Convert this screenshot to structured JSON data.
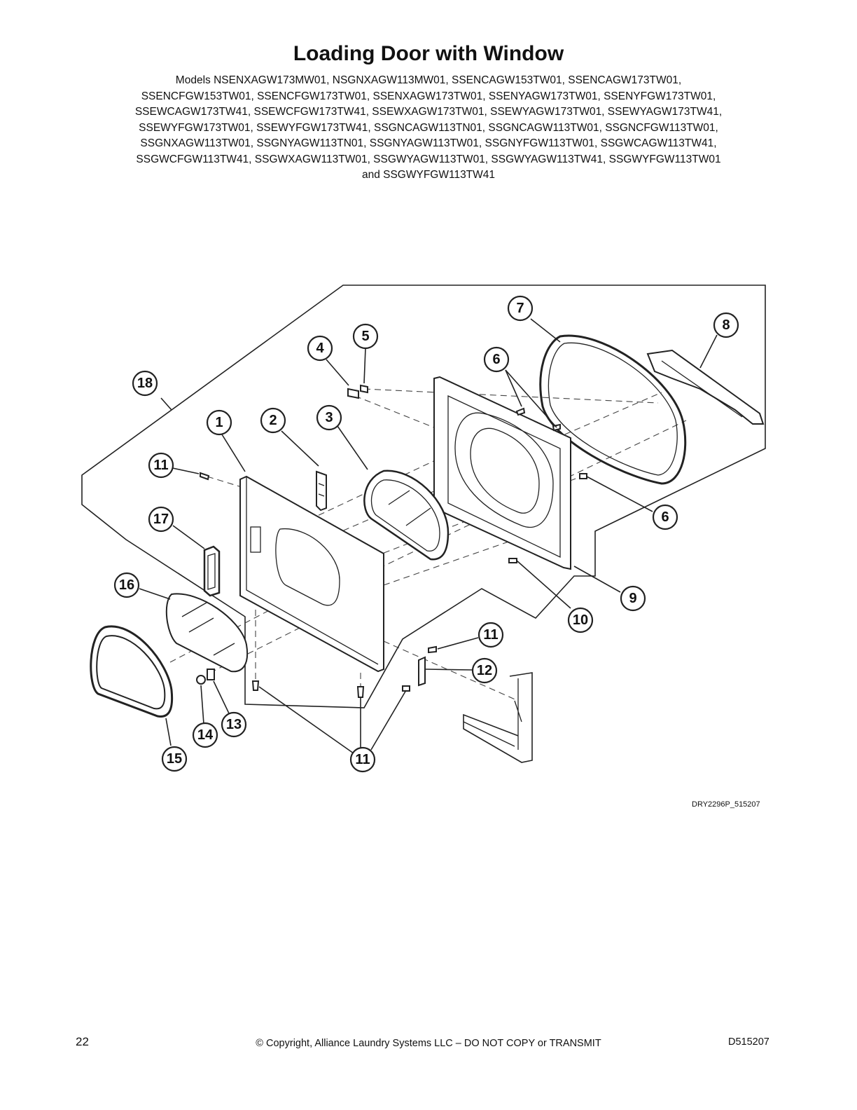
{
  "header": {
    "title": "Loading Door with Window",
    "models_lines": [
      "Models NSENXAGW173MW01, NSGNXAGW113MW01, SSENCAGW153TW01, SSENCAGW173TW01,",
      "SSENCFGW153TW01, SSENCFGW173TW01, SSENXAGW173TW01, SSENYAGW173TW01, SSENYFGW173TW01,",
      "SSEWCAGW173TW41, SSEWCFGW173TW41, SSEWXAGW173TW01, SSEWYAGW173TW01, SSEWYAGW173TW41,",
      "SSEWYFGW173TW01, SSEWYFGW173TW41, SSGNCAGW113TN01, SSGNCAGW113TW01, SSGNCFGW113TW01,",
      "SSGNXAGW113TW01, SSGNYAGW113TN01, SSGNYAGW113TW01, SSGNYFGW113TW01, SSGWCAGW113TW41,",
      "SSGWCFGW113TW41, SSGWXAGW113TW01, SSGWYAGW113TW01, SSGWYAGW113TW41, SSGWYFGW113TW01",
      "and SSGWYFGW113TW41"
    ]
  },
  "diagram": {
    "callouts": [
      "1",
      "2",
      "3",
      "4",
      "5",
      "6",
      "7",
      "8",
      "6",
      "9",
      "10",
      "11",
      "11",
      "12",
      "11",
      "13",
      "14",
      "15",
      "16",
      "17",
      "18"
    ],
    "drawing_code": "DRY2296P_515207"
  },
  "footer": {
    "page_number": "22",
    "copyright": "© Copyright, Alliance Laundry Systems LLC – DO NOT COPY or TRANSMIT",
    "document_number": "D515207"
  }
}
